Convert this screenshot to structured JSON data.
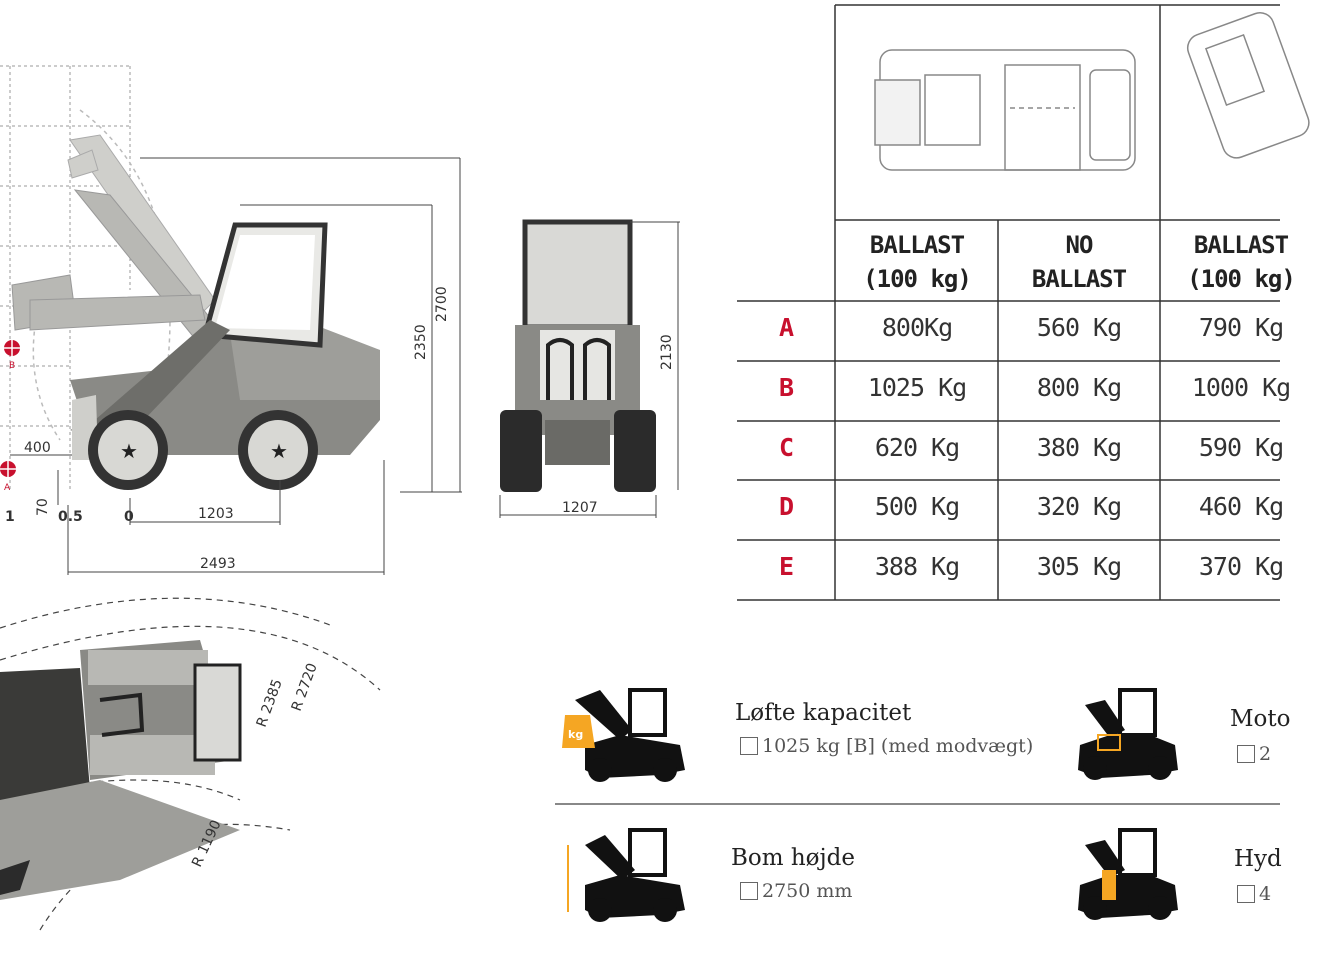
{
  "colors": {
    "accent": "#c8102e",
    "ink": "#1a1a1a",
    "machine": "#8a8a86",
    "machine_light": "#cfcfcb",
    "line": "#555555"
  },
  "drawing": {
    "dims": {
      "d2700": "2700",
      "d2350": "2350",
      "d2130": "2130",
      "d1207": "1207",
      "d400": "400",
      "d70": "70",
      "d1203": "1203",
      "d2493": "2493",
      "t1": "1",
      "t05": "0.5",
      "t0": "0",
      "pt_b": "B",
      "pt_a": "A",
      "r2720": "R 2720",
      "r2385": "R 2385",
      "r1190": "R 1190"
    }
  },
  "table": {
    "headers": [
      {
        "line1": "BALLAST",
        "line2": "(100 kg)"
      },
      {
        "line1": "NO",
        "line2": "BALLAST"
      },
      {
        "line1": "BALLAST",
        "line2": "(100 kg)"
      }
    ],
    "rows": [
      {
        "label": "A",
        "values": [
          "800Kg",
          "560 Kg",
          "790 Kg"
        ]
      },
      {
        "label": "B",
        "values": [
          "1025 Kg",
          "800 Kg",
          "1000 Kg"
        ]
      },
      {
        "label": "C",
        "values": [
          "620 Kg",
          "380 Kg",
          "590 Kg"
        ]
      },
      {
        "label": "D",
        "values": [
          "500 Kg",
          "320 Kg",
          "460 Kg"
        ]
      },
      {
        "label": "E",
        "values": [
          "388 Kg",
          "305 Kg",
          "370 Kg"
        ]
      }
    ]
  },
  "features": [
    {
      "title": "Løfte kapacitet",
      "value": "1025 kg [B] (med modvægt)",
      "icon": "lift-capacity-icon"
    },
    {
      "title": "Moto",
      "value": "2",
      "icon": "engine-icon"
    },
    {
      "title": "Bom højde",
      "value": "2750 mm",
      "icon": "boom-height-icon"
    },
    {
      "title": "Hyd",
      "value": "4",
      "icon": "hydraulic-icon"
    }
  ]
}
